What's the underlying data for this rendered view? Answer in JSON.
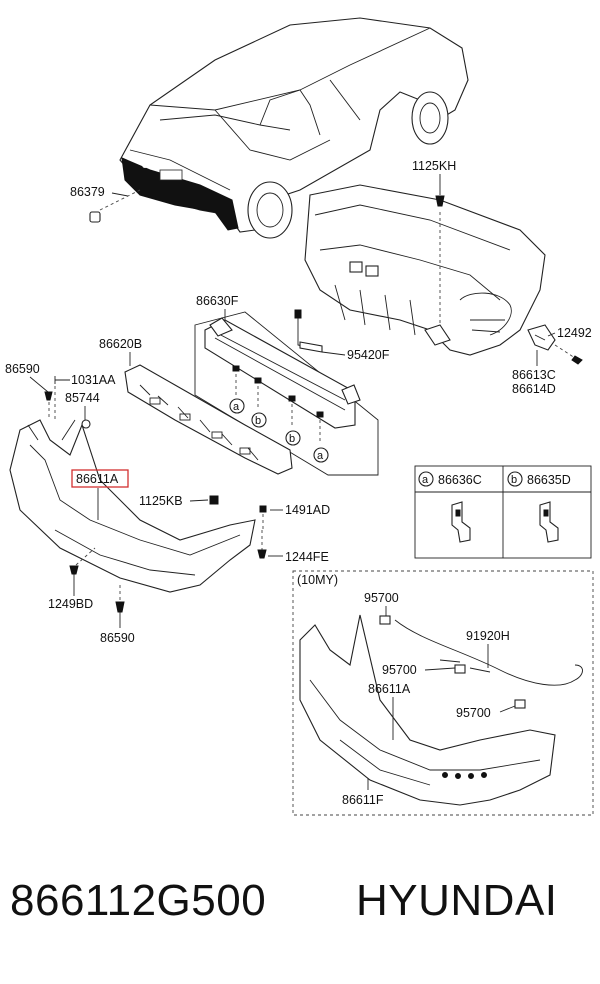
{
  "labels": {
    "p86379": "86379",
    "p1125KH": "1125KH",
    "p86630F": "86630F",
    "p86620B": "86620B",
    "p95420F": "95420F",
    "p12492": "12492",
    "p86613C": "86613C",
    "p86614D": "86614D",
    "p86590_top": "86590",
    "p1031AA": "1031AA",
    "p85744": "85744",
    "p86611A_main": "86611A",
    "p1125KB": "1125KB",
    "p1491AD": "1491AD",
    "p1244FE": "1244FE",
    "p1249BD": "1249BD",
    "p86590_bottom": "86590",
    "p86636C": "86636C",
    "p86635D": "86635D",
    "circle_a": "a",
    "circle_b": "b",
    "variant_tag": "(10MY)",
    "p95700_1": "95700",
    "p91920H": "91920H",
    "p95700_2": "95700",
    "p86611A_alt": "86611A",
    "p95700_3": "95700",
    "p86611F": "86611F"
  },
  "footer": {
    "part_number": "866112G500",
    "brand": "HYUNDAI"
  },
  "colors": {
    "highlight": "#d32f2f",
    "ink": "#222222"
  }
}
